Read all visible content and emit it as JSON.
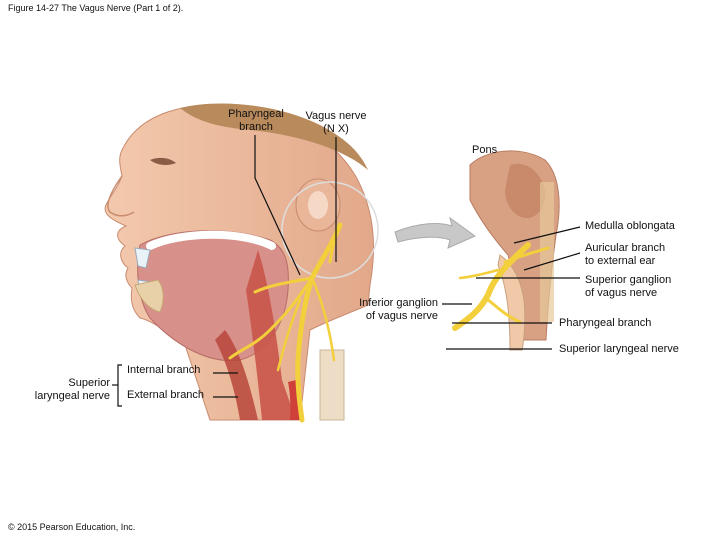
{
  "figure": {
    "title": "Figure 14-27 The Vagus Nerve (Part 1 of 2).",
    "copyright": "© 2015 Pearson Education, Inc."
  },
  "labels": {
    "pharyngeal_branch_top": "Pharyngeal\nbranch",
    "vagus_nerve": "Vagus nerve\n(N X)",
    "pons": "Pons",
    "medulla_oblongata": "Medulla oblongata",
    "auricular_branch": "Auricular branch\nto external ear",
    "superior_ganglion": "Superior ganglion\nof vagus nerve",
    "inferior_ganglion": "Inferior ganglion\nof vagus nerve",
    "pharyngeal_branch_right": "Pharyngeal branch",
    "superior_laryngeal_right": "Superior laryngeal nerve",
    "internal_branch": "Internal branch",
    "external_branch": "External branch",
    "superior_laryngeal_left": "Superior\nlaryngeal nerve"
  },
  "colors": {
    "skin": "#efc1a2",
    "skin_shadow": "#d99a7e",
    "nerve": "#f2cf3b",
    "muscle": "#c9554a",
    "brainstem": "#d9a184",
    "mouth": "#d8908a",
    "leader": "#111111"
  }
}
